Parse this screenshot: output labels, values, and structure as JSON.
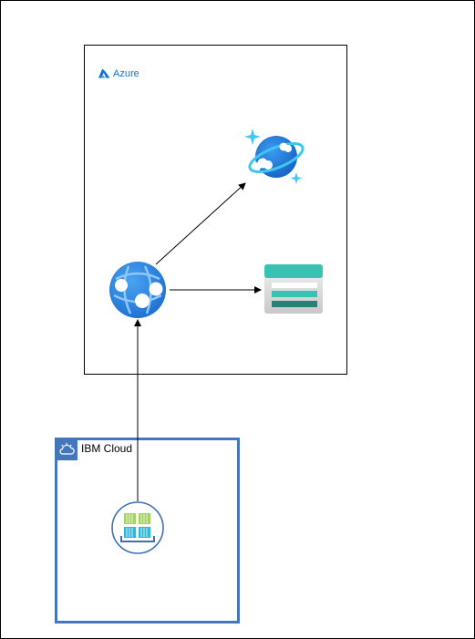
{
  "azure_group": {
    "label": "Azure",
    "icon": "azure-logo-icon",
    "accent": "#0a74da"
  },
  "ibm_group": {
    "label": "IBM Cloud",
    "icon": "ibm-cloud-icon",
    "accent": "#4376bb"
  },
  "nodes": [
    {
      "id": "cosmos-db",
      "icon": "azure-cosmos-db-icon"
    },
    {
      "id": "app-service",
      "icon": "azure-app-service-icon"
    },
    {
      "id": "storage",
      "icon": "azure-storage-account-icon"
    },
    {
      "id": "ibm-container-registry",
      "icon": "ibm-container-registry-icon"
    }
  ],
  "edges": [
    {
      "from": "app-service",
      "to": "cosmos-db"
    },
    {
      "from": "app-service",
      "to": "storage"
    },
    {
      "from": "ibm-container-registry",
      "to": "app-service"
    }
  ]
}
